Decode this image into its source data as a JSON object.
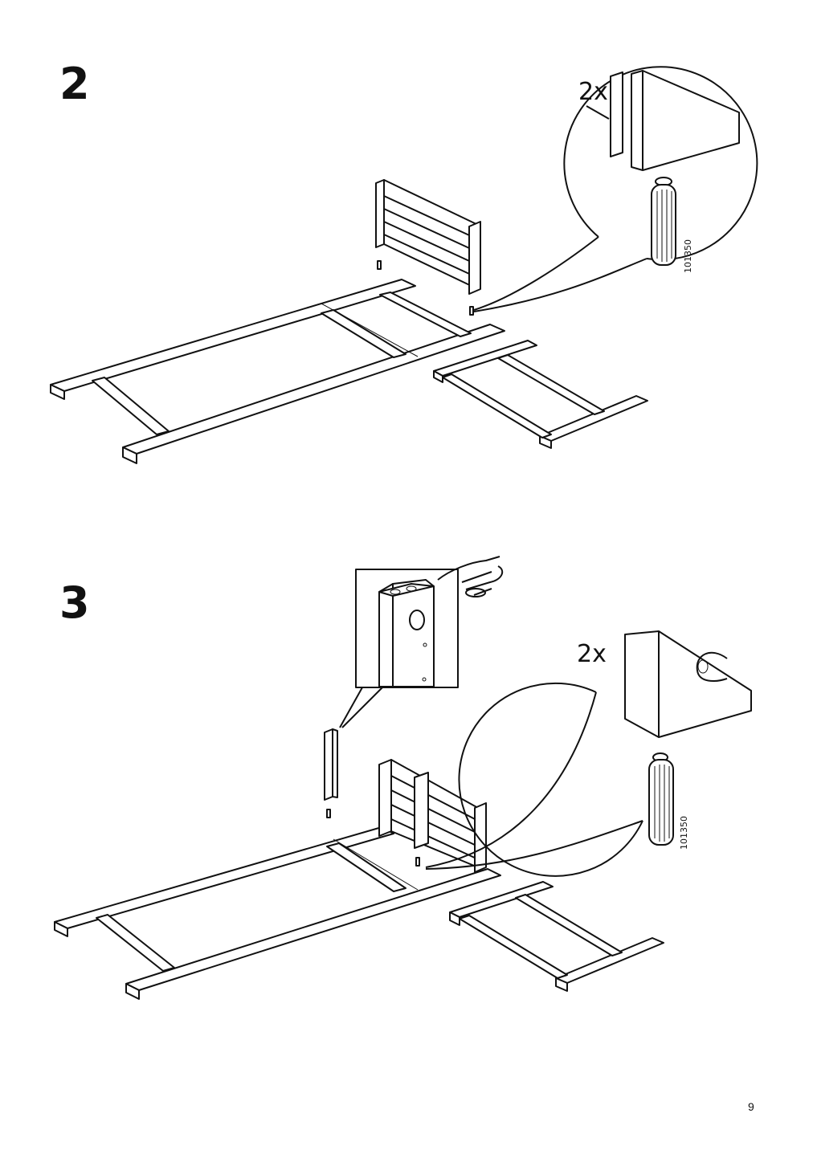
{
  "steps": [
    {
      "number": "2",
      "detail": {
        "quantity": "2x",
        "part_number": "101350"
      }
    },
    {
      "number": "3",
      "detail": {
        "quantity": "2x",
        "part_number": "101350"
      }
    }
  ],
  "page_number": "9"
}
